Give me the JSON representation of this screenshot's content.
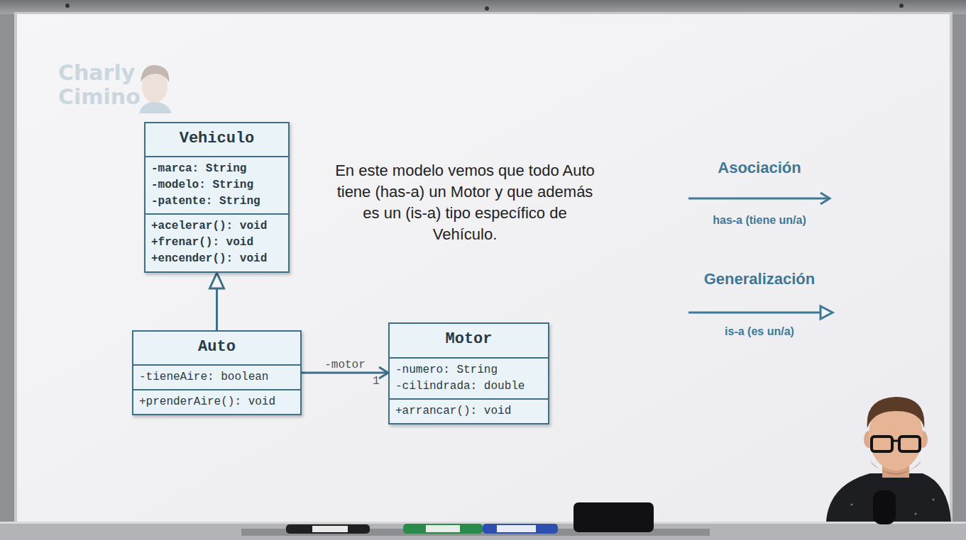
{
  "diagram": {
    "nodes": [
      {
        "text": [
          "Vehiculo",
          "-marca: String",
          "-modelo: String",
          "-patente: String",
          "+acelerar(): void",
          "+frenar(): void",
          "+encender(): void"
        ]
      },
      {
        "text": [
          "Auto",
          "-tieneAire: boolean",
          "+prenderAire(): void"
        ]
      },
      {
        "text": [
          "Motor",
          "-numero: String",
          "-cilindrada: double",
          "+arrancar(): void"
        ]
      }
    ],
    "edges": [
      {
        "from": 1,
        "to": 0,
        "arrow": "to"
      },
      {
        "from": 1,
        "to": 2,
        "arrow": "to",
        "label": "-motor"
      }
    ],
    "labels": [
      "Charly Cimino",
      "En este modelo vemos que todo Auto tiene (has-a) un Motor y que además es un (is-a) tipo específico de Vehículo.",
      "has-a (tiene un/a)",
      "is-a (es un/a)",
      "1"
    ],
    "legend": [
      {
        "text": "Asociación"
      },
      {
        "text": "Generalización"
      }
    ]
  }
}
